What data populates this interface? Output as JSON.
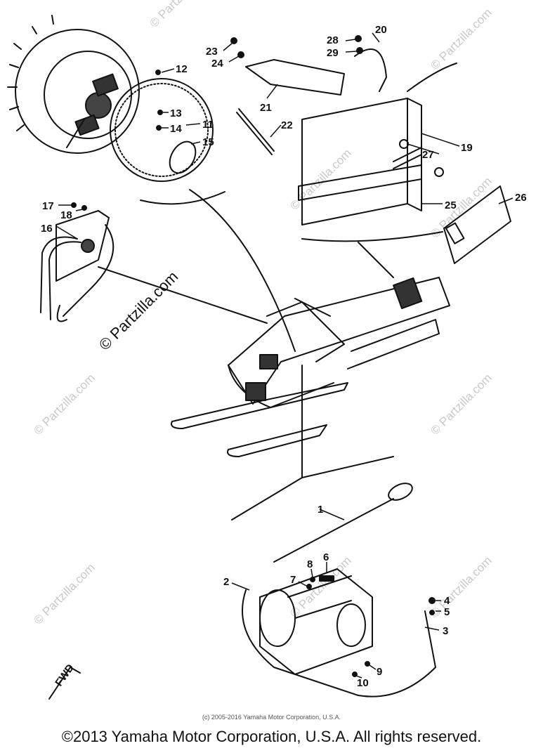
{
  "diagram": {
    "callouts": [
      "1",
      "2",
      "3",
      "4",
      "5",
      "6",
      "7",
      "8",
      "9",
      "10",
      "11",
      "12",
      "13",
      "14",
      "15",
      "16",
      "17",
      "18",
      "19",
      "20",
      "21",
      "22",
      "23",
      "24",
      "25",
      "26",
      "27",
      "28",
      "29"
    ],
    "direction_marker": "FWD",
    "watermark": "© Partzilla.com"
  },
  "copyright_small": "(c) 2005-2016 Yamaha Motor Corporation, U.S.A.",
  "copyright_footer": "©2013 Yamaha Motor Corporation, U.S.A. All rights reserved."
}
